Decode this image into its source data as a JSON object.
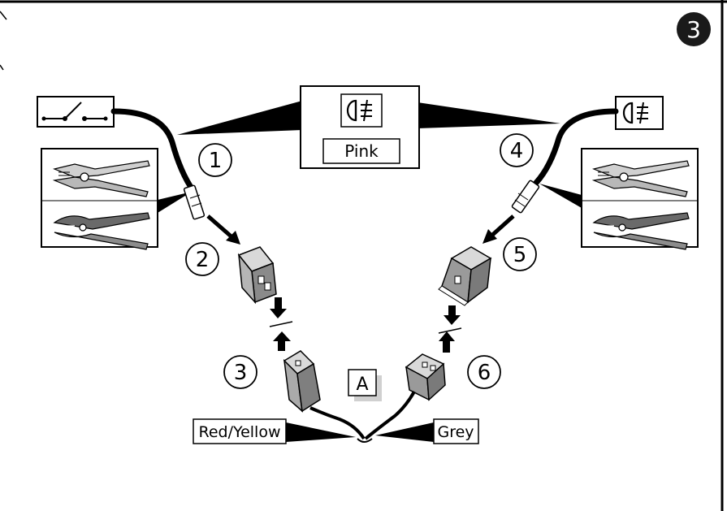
{
  "step_badge": "3",
  "callouts": [
    "1",
    "2",
    "3",
    "4",
    "5",
    "6"
  ],
  "labels": {
    "pink": "Pink",
    "red_yellow": "Red/Yellow",
    "grey": "Grey",
    "point_a": "A"
  },
  "icons": [
    "fog-lamp-icon",
    "switch-icon",
    "wire-stripper-icon",
    "crimping-plier-icon",
    "connector-housing-icon",
    "arrow-down-icon"
  ],
  "colors": {
    "badge": "#1a1a1a",
    "cable": "#000000",
    "connector": "#888888"
  }
}
